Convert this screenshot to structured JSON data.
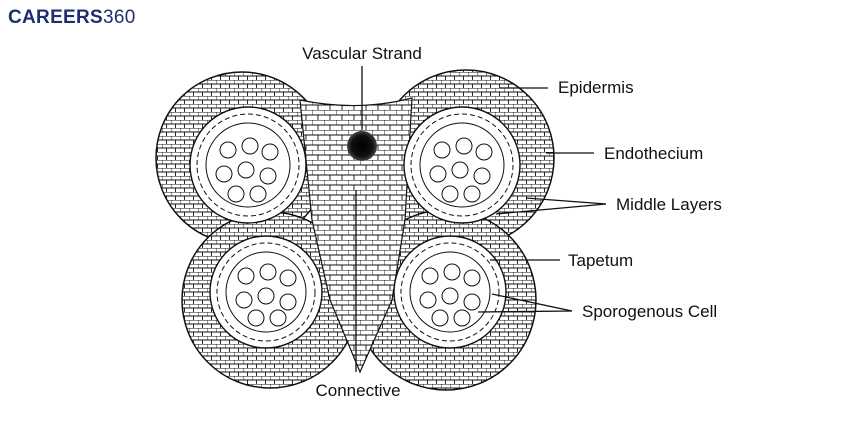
{
  "brand": {
    "part1": "CAREERS",
    "part2": "360"
  },
  "labels": {
    "vascular_strand": "Vascular Strand",
    "epidermis": "Epidermis",
    "endothecium": "Endothecium",
    "middle_layers": "Middle Layers",
    "tapetum": "Tapetum",
    "sporogenous_cell": "Sporogenous Cell",
    "connective": "Connective"
  },
  "colors": {
    "brand": "#1d2f6f",
    "ink": "#111111",
    "background": "#ffffff"
  }
}
